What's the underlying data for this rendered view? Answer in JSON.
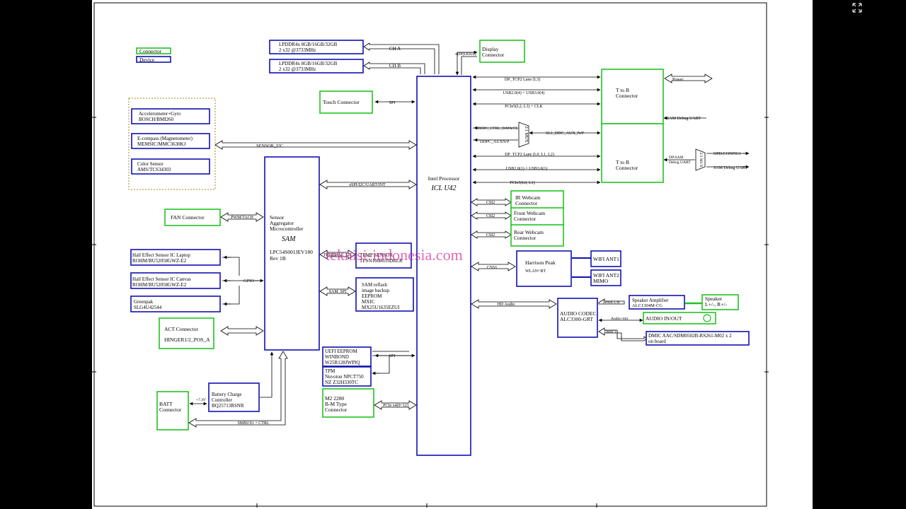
{
  "legend": {
    "connector": "Connector",
    "device": "Device"
  },
  "memory": [
    {
      "line1": "LPDDR4x 8GB/16GB/32GB",
      "line2": "2 x32 @3733MHz",
      "bus": "CH A"
    },
    {
      "line1": "LPDDR4x 8GB/16GB/32GB",
      "line2": "2 x32 @3733MHz",
      "bus": "CH B"
    }
  ],
  "display": {
    "line1": "Display",
    "line2": "Connector",
    "bus": "eDP(DDIA)"
  },
  "touch": {
    "label": "Touch Connector",
    "bus": "SPI"
  },
  "sensors": {
    "items": [
      {
        "line1": "Accelerometer+Gyro",
        "line2": "BOSCH/BMI260"
      },
      {
        "line1": "E-compass (Magnetometer)",
        "line2": "MEMSIC/MMC3630KJ"
      },
      {
        "line1": "Color Sensor",
        "line2": "AMS/TCS34303"
      }
    ],
    "bus": "SENSOR_I2C"
  },
  "sam": {
    "line1": "Sensor",
    "line2": "Aggregator",
    "line3": "Microcontroller",
    "name": "SAM",
    "part1": "LPC54S001JEV180",
    "part2": "Rev 1B",
    "to_cpu_bus": "eSPI/I2C/UART/INT"
  },
  "fan": {
    "label": "FAN Connector",
    "bus": "PWM/TACH"
  },
  "hall": [
    {
      "line1": "Hall Effect Sensor IC Laptop",
      "line2": "ROHM/BU52058GWZ-E2"
    },
    {
      "line1": "Hall Effect Sensor IC Canvas",
      "line2": "ROHM/BU52058GWZ-E2"
    },
    {
      "line1": "Greenpak",
      "line2": "SLG4U42544"
    }
  ],
  "gpio_bus": "GPIO",
  "act": {
    "line1": "ACT Connector",
    "line2": "HINGER1/2_POS_A"
  },
  "temp": {
    "line1": "TEMP SENSOR",
    "line2": "TI/SN1608035DRLR",
    "bus": "THERMAL_I2C"
  },
  "samflash": {
    "lines": [
      "SAM reflash",
      "image backup",
      "EEPROM",
      "MXIC",
      "MX25U1635EZUI"
    ],
    "bus": "SAM_SPI"
  },
  "uefi": {
    "lines": [
      "UEFI EEPROM",
      "WINBOND",
      "W25R128JWPIQ"
    ]
  },
  "tpm": {
    "lines": [
      "TPM",
      "Nuvoton NPCT750",
      "NZ Z32H330TC"
    ]
  },
  "spi_bus2": "SPI",
  "m2": {
    "lines": [
      "M2 2280",
      "B-M Type",
      "Connector"
    ],
    "bus": "PCIe x4(9~12)"
  },
  "batt": {
    "line1": "BATT",
    "line2": "Connector",
    "rail": "+7.4V"
  },
  "charger": {
    "lines": [
      "Battery Charge",
      "Controller",
      "BQ25713RSNR"
    ]
  },
  "smbus": "SMBUS1 + CTRL",
  "cpu": {
    "line1": "Intel Processor",
    "line2": "ICL U42"
  },
  "tb1": {
    "line1": "T to B",
    "line2": "Connector",
    "buses": [
      "DP_TCP2 Lane (L3)",
      "USB2.0(4) + USB3.0(4)",
      "PCIe5(L2, L3) + CLK"
    ],
    "power": "Power",
    "uart": "SAM Debug UART"
  },
  "mux": {
    "label": "2:1 MUX",
    "in1": "DDPC_CTRL_DATA/CLK",
    "in2": "DDPC_AUXN/P",
    "out": "SL1_DDC_AUX_N/P"
  },
  "tb2": {
    "line1": "T to B",
    "line2": "Connector",
    "buses": [
      "DP_TCP2 Lane (L0, L1, L2)",
      "USB2.0(1) + USB3.0(1)",
      "PCIe5(L0, L1)"
    ],
    "dpsam1": "DP/SAM",
    "dpsam2": "Debug UART",
    "mux": "2:1 MUX",
    "hpd": "HPD/CONFIG1",
    "uart": "SAM Debug UART"
  },
  "cams": [
    {
      "line1": "IR Webcam",
      "line2": "Connector",
      "bus": "CSI2"
    },
    {
      "line1": "Front Webcam",
      "line2": "Connector",
      "bus": "CSI2"
    },
    {
      "line1": "Rear Webcam",
      "line2": "Connector",
      "bus": "CSI2"
    }
  ],
  "wifi": {
    "line1": "Harrison Peak",
    "line2": "WLAN+BT",
    "bus": "CNVi",
    "ant1": "WIFI ANT1",
    "ant2_1": "WIFI ANT2",
    "ant2_2": "MIMO"
  },
  "audio": {
    "line1": "AUDIO CODEC",
    "line2": "ALC3300-GRT",
    "bus": "HD Audio",
    "amp1": "Speaker Amplifier",
    "amp2": "ALC1304M-CG",
    "spkr_bus": "SPKR L/R",
    "spk1": "Speaker",
    "spk2": "L+/-, R+/-",
    "io": "AUDIO IN/OUT",
    "io_bus": "Audio+mic",
    "dmic_bus": "DMIC1",
    "dmic1": "DMIC AAC/SDM0502B-RS261-M02 x 2",
    "dmic2": "on board"
  },
  "watermark": "teknisi-indonesia.com"
}
